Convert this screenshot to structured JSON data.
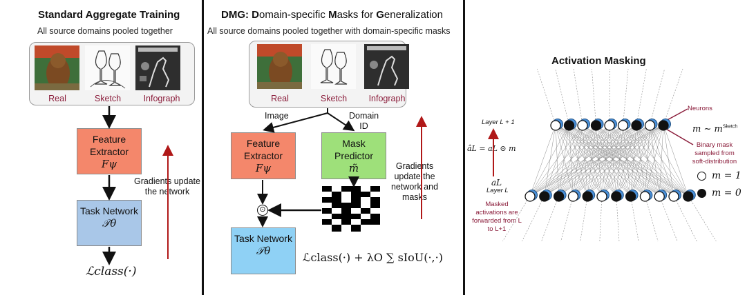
{
  "left": {
    "title": "Standard Aggregate Training",
    "subtitle": "All source domains pooled together",
    "domains": [
      "Real",
      "Sketch",
      "Infograph"
    ],
    "feature_extractor": {
      "label": "Feature Extractor",
      "symbol": "Fψ"
    },
    "task_network": {
      "label": "Task Network",
      "symbol": "𝒯θ"
    },
    "gradient_note": "Gradients update the network",
    "loss": "ℒclass(·)"
  },
  "middle": {
    "title_parts": [
      {
        "t": "DMG: ",
        "b": true
      },
      {
        "t": "D",
        "b": true
      },
      {
        "t": "omain-specific ",
        "b": false
      },
      {
        "t": "M",
        "b": true
      },
      {
        "t": "asks for ",
        "b": false
      },
      {
        "t": "G",
        "b": true
      },
      {
        "t": "eneralization",
        "b": false
      }
    ],
    "subtitle": "All source domains pooled together with domain-specific masks",
    "domains": [
      "Real",
      "Sketch",
      "Infograph"
    ],
    "image_label": "Image",
    "domain_id_label": "Domain\nID",
    "feature_extractor": {
      "label": "Feature Extractor",
      "symbol": "Fψ"
    },
    "mask_predictor": {
      "label": "Mask Predictor",
      "symbol": "m̃"
    },
    "task_network": {
      "label": "Task Network",
      "symbol": "𝒯θ"
    },
    "odot": "⊙",
    "gradient_note": "Gradients update the network and masks",
    "loss": "ℒclass(·) + λO ∑ sIoU(·,·)"
  },
  "right": {
    "title": "Activation Masking",
    "layer_top": "Layer L + 1",
    "layer_bottom": "Layer L",
    "eq_left": "âL = aL ⊙ m",
    "a_l": "aL",
    "neurons_label": "Neurons",
    "m_dist": "m ~ m",
    "m_dist_sup": "Sketch",
    "binary_note": "Binary mask sampled from soft-distribution",
    "legend_one": "m = 1",
    "legend_zero": "m = 0",
    "masked_note": "Masked activations are forwarded from L to L+1"
  },
  "colors": {
    "orange": "#f4876b",
    "blue": "#a9c7e8",
    "green": "#9ee07a",
    "light_blue": "#8fd1f5",
    "maroon": "#8a1c3a",
    "gradient_arrow": "#b01818",
    "neuron_blue": "#4a90d9"
  }
}
